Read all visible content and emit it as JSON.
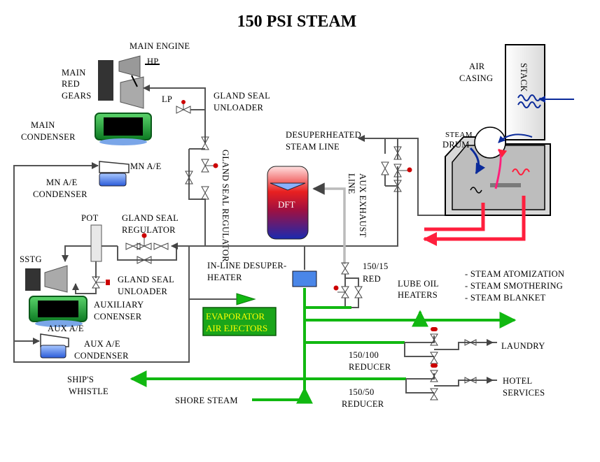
{
  "title": "150 PSI STEAM",
  "labels": {
    "main_engine": "MAIN ENGINE",
    "hp": "HP",
    "lp": "LP",
    "main_red_gears_1": "MAIN",
    "main_red_gears_2": "RED",
    "main_red_gears_3": "GEARS",
    "main_condenser_1": "MAIN",
    "main_condenser_2": "CONDENSER",
    "gland_seal_unloader_top_1": "GLAND SEAL",
    "gland_seal_unloader_top_2": "UNLOADER",
    "gland_seal_regulator_vert": "GLAND SEAL REGULATOR",
    "mn_ae": "MN A/E",
    "mn_ae_condenser_1": "MN A/E",
    "mn_ae_condenser_2": "CONDENSER",
    "pot": "POT",
    "gland_seal_regulator_1": "GLAND SEAL",
    "gland_seal_regulator_2": "REGULATOR",
    "sstg": "SSTG",
    "gland_seal_unloader_1": "GLAND SEAL",
    "gland_seal_unloader_2": "UNLOADER",
    "auxiliary_condenser_1": "AUXILIARY",
    "auxiliary_condenser_2": "CONENSER",
    "aux_ae": "AUX A/E",
    "aux_ae_condenser_1": "AUX A/E",
    "aux_ae_condenser_2": "CONDENSER",
    "desuperheated_1": "DESUPERHEATED",
    "desuperheated_2": "STEAM LINE",
    "dft": "DFT",
    "aux_exhaust_line_1": "AUX EXHAUST",
    "aux_exhaust_line_2": "LINE",
    "air_casing_1": "AIR",
    "air_casing_2": "CASING",
    "stack": "STACK",
    "steam_drum_1": "STEAM",
    "steam_drum_2": "DRUM",
    "inline_desuper_1": "IN-LINE DESUPER-",
    "inline_desuper_2": "HEATER",
    "red_150_15_1": "150/15",
    "red_150_15_2": "RED",
    "lube_oil_1": "LUBE OIL",
    "lube_oil_2": "HEATERS",
    "services_1": "- STEAM ATOMIZATION",
    "services_2": "- STEAM  SMOTHERING",
    "services_3": "- STEAM  BLANKET",
    "evaporator_1": "EVAPORATOR",
    "evaporator_2": "AIR EJECTORS",
    "laundry": "LAUNDRY",
    "reducer_150_100_1": "150/100",
    "reducer_150_100_2": "REDUCER",
    "ships_whistle_1": "SHIP'S",
    "ships_whistle_2": "WHISTLE",
    "hotel_services_1": "HOTEL",
    "hotel_services_2": "SERVICES",
    "reducer_150_50_1": "150/50",
    "reducer_150_50_2": "REDUCER",
    "shore_steam": "SHORE STEAM"
  },
  "colors": {
    "steam_green": "#11b811",
    "feed_red": "#ff1f3d",
    "pipe_gray": "#555555",
    "exhaust_gray": "#bbbbbb",
    "ae_blue": "#4a86e8",
    "condenser_green": "#0c9a2e"
  }
}
